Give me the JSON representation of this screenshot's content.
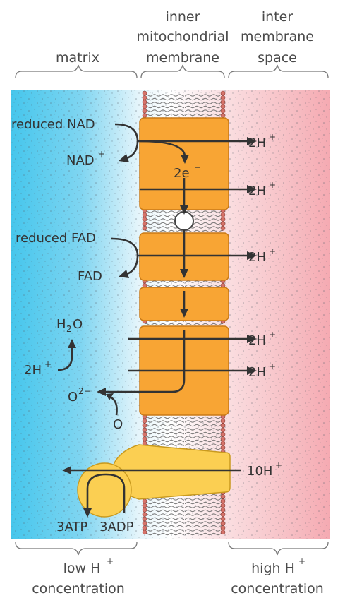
{
  "headers": {
    "matrix": "matrix",
    "inner_membrane": [
      "inner",
      "mitochondrial",
      "membrane"
    ],
    "intermembrane_space": [
      "inter",
      "membrane",
      "space"
    ]
  },
  "labels": {
    "reduced_nad": "reduced NAD",
    "nad_plus": "NAD",
    "two_e": "2e",
    "reduced_fad": "reduced FAD",
    "fad": "FAD",
    "h2o_h": "H",
    "h2o_2": "2",
    "h2o_o": "O",
    "matrix_2h": "2H",
    "o2_minus": "O",
    "o2_sup": "2−",
    "oxygen": "O",
    "proton_out": "2H",
    "proton_in": "10H",
    "atp": "3ATP",
    "adp": "3ADP",
    "plus": "+",
    "minus": "−"
  },
  "footers": {
    "low": [
      "low H",
      "concentration"
    ],
    "high": [
      "high H",
      "concentration"
    ]
  },
  "colors": {
    "matrix_blue": "#45c6ec",
    "space_pink": "#f5aab2",
    "complex_orange": "#f8a534",
    "complex_edge": "#c97a16",
    "synthase_yellow": "#fbcf52",
    "lipid_head": "#d6736a",
    "arrow": "#333333"
  }
}
